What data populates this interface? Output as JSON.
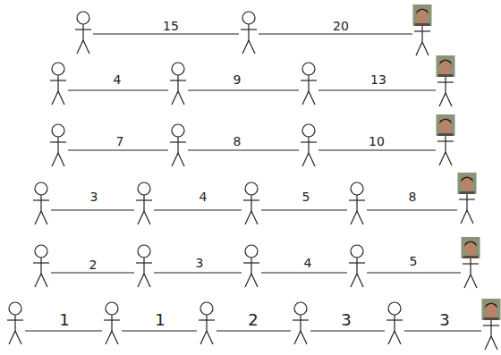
{
  "diagram": {
    "labels": [
      "15",
      "20",
      "4",
      "9",
      "13",
      "7",
      "8",
      "10",
      "3",
      "4",
      "5",
      "8",
      "2",
      "3",
      "4",
      "5",
      "1",
      "1",
      "2",
      "3",
      "3"
    ]
  }
}
